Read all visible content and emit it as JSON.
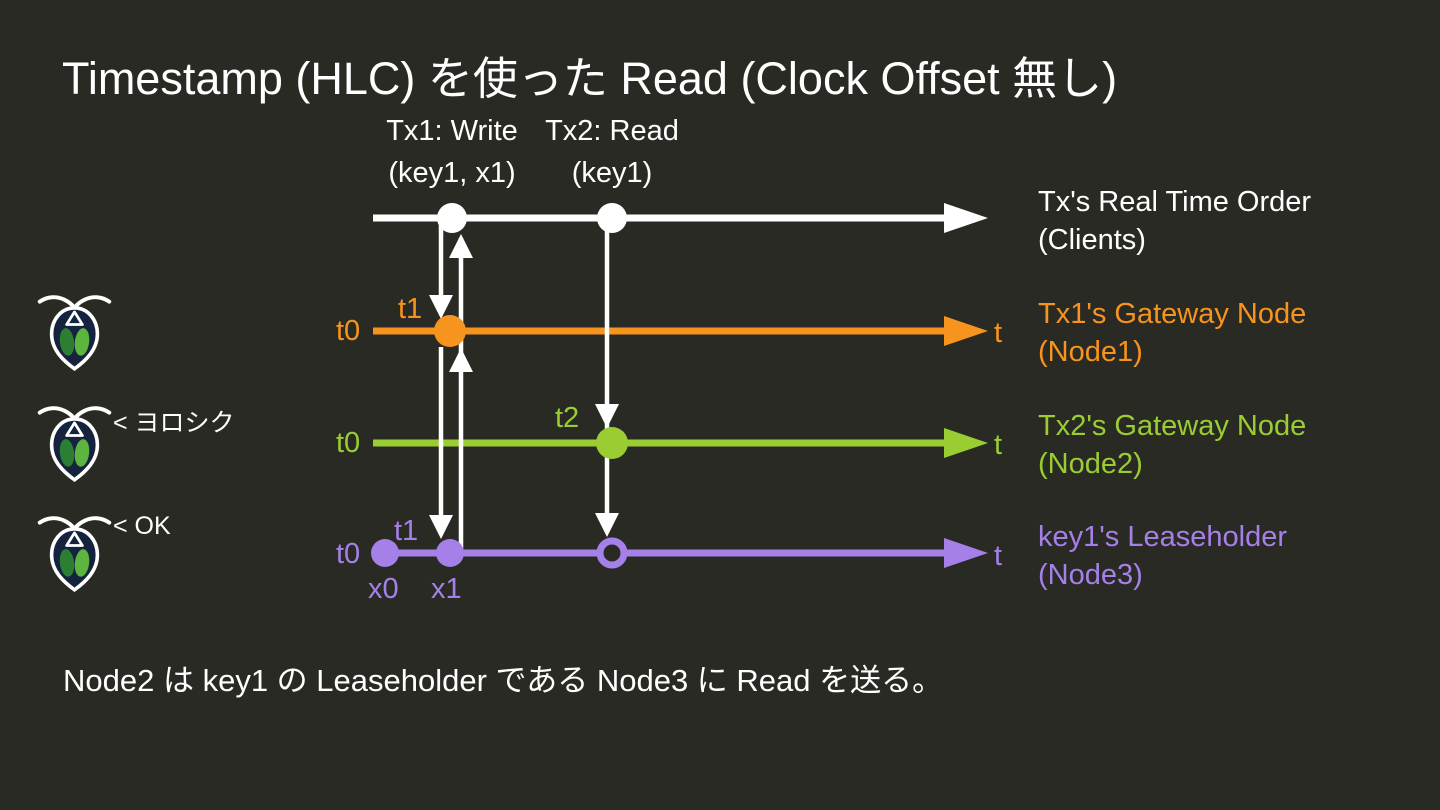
{
  "title": "Timestamp (HLC) を使った Read (Clock Offset 無し)",
  "colors": {
    "background": "#2A2A24",
    "clients_axis": "#FFFFFF",
    "node1_axis": "#F7941E",
    "node2_axis": "#9ACD32",
    "node3_axis": "#A580E8",
    "logo_body": "#16233F",
    "logo_leaf_left": "#2C7E33",
    "logo_leaf_right": "#5CB53F"
  },
  "icons": {
    "node_logo": "cockroachdb-roach-icon"
  },
  "tx_headers": {
    "tx1": {
      "line1": "Tx1: Write",
      "line2": "(key1, x1)"
    },
    "tx2": {
      "line1": "Tx2: Read",
      "line2": "(key1)"
    }
  },
  "timelines": {
    "clients": {
      "title": "Tx's Real Time Order",
      "subtitle": "(Clients)",
      "start": "",
      "end": ""
    },
    "node1": {
      "title": "Tx1's Gateway Node",
      "subtitle": "(Node1)",
      "start": "t0",
      "end": "t"
    },
    "node2": {
      "title": "Tx2's Gateway Node",
      "subtitle": "(Node2)",
      "start": "t0",
      "end": "t"
    },
    "node3": {
      "title": "key1's Leaseholder",
      "subtitle": "(Node3)",
      "start": "t0",
      "end": "t"
    }
  },
  "events": {
    "node1_t1": "t1",
    "node2_t2": "t2",
    "node3_t1": "t1",
    "node3_x0": "x0",
    "node3_x1": "x1"
  },
  "speech": {
    "second": "< ヨロシク",
    "third": "< OK"
  },
  "note": "Node2 は key1 の Leaseholder である Node3 に Read を送る。"
}
